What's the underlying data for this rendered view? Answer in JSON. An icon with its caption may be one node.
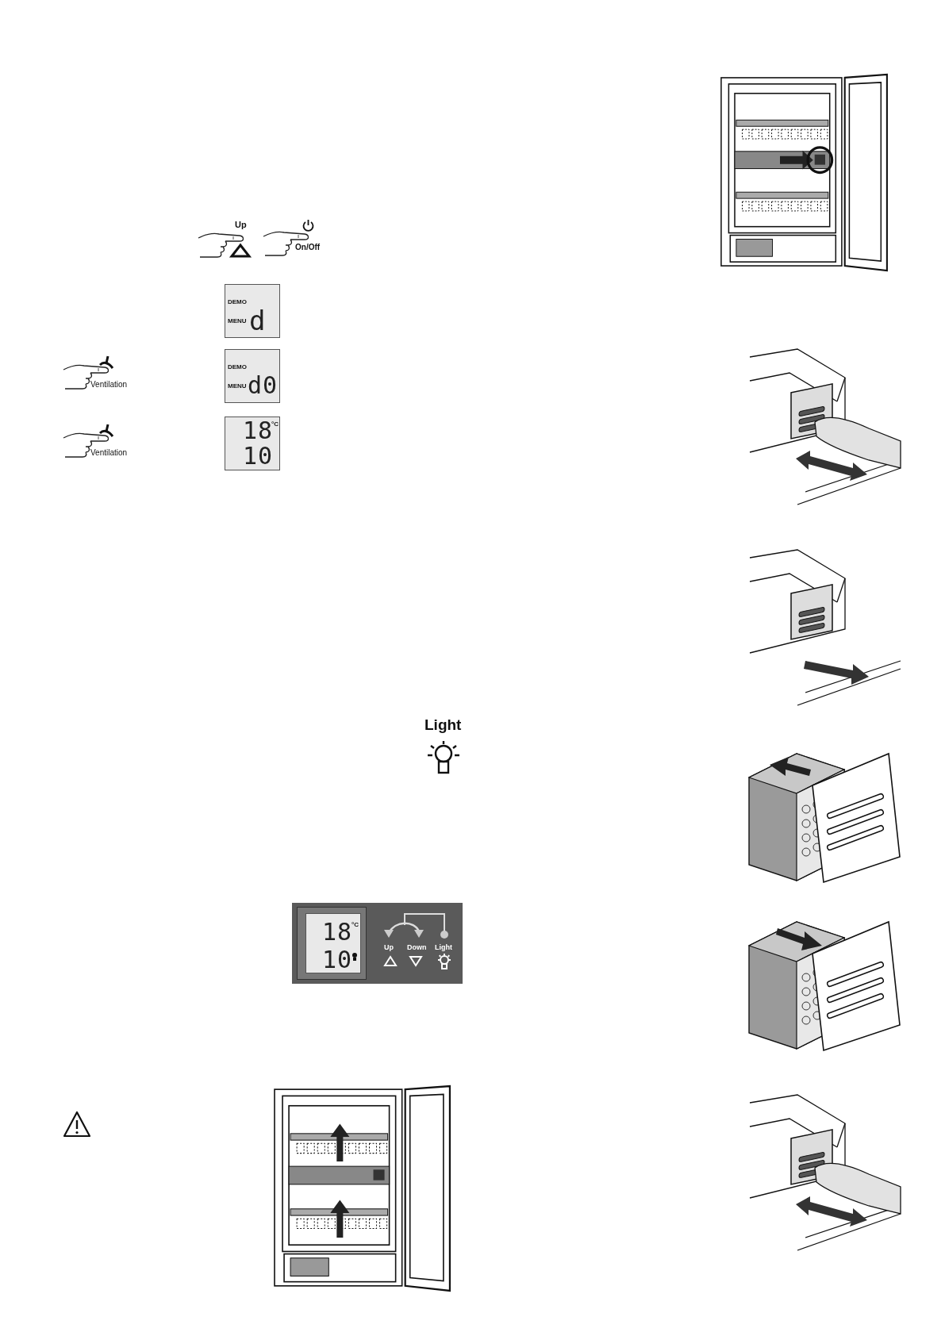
{
  "diagram": {
    "labels": [
      "Up",
      "On/Off",
      "DEMO",
      "MENU",
      "d",
      "Ventilation",
      "DEMO",
      "MENU",
      "d0",
      "Ventilation",
      "18",
      "°C",
      "10",
      "Light",
      "18",
      "°C",
      "10",
      "Up",
      "Down",
      "Light"
    ]
  }
}
